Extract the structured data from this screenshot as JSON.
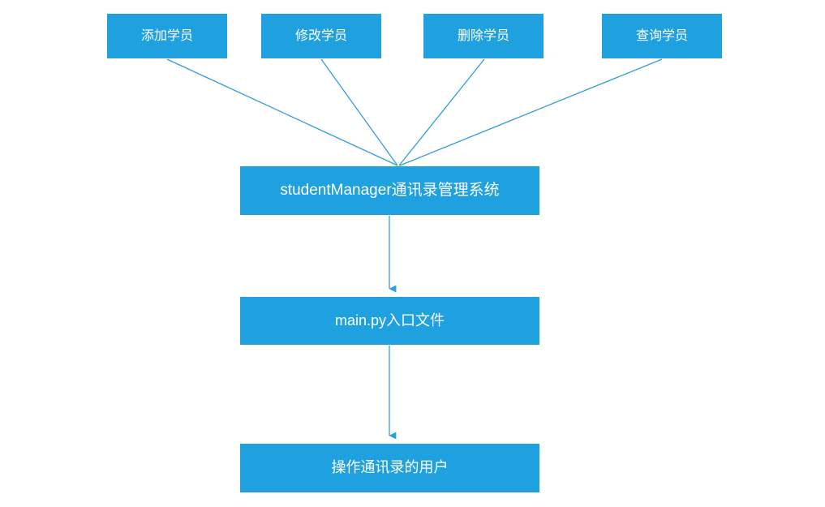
{
  "diagram": {
    "type": "flowchart",
    "accent_color": "#1fa0df",
    "node_text_color": "#ffffff",
    "background_color": "#ffffff",
    "edge_color": "#2f9fd6",
    "nodes": {
      "add_student": "添加学员",
      "edit_student": "修改学员",
      "delete_student": "删除学员",
      "query_student": "查询学员",
      "system": "studentManager通讯录管理系统",
      "entry_file": "main.py入口文件",
      "user": "操作通讯录的用户"
    },
    "edges": [
      {
        "from": "add_student",
        "to": "system",
        "style": "line"
      },
      {
        "from": "edit_student",
        "to": "system",
        "style": "line"
      },
      {
        "from": "delete_student",
        "to": "system",
        "style": "line"
      },
      {
        "from": "query_student",
        "to": "system",
        "style": "line"
      },
      {
        "from": "system",
        "to": "entry_file",
        "style": "arrow"
      },
      {
        "from": "entry_file",
        "to": "user",
        "style": "arrow"
      }
    ]
  }
}
